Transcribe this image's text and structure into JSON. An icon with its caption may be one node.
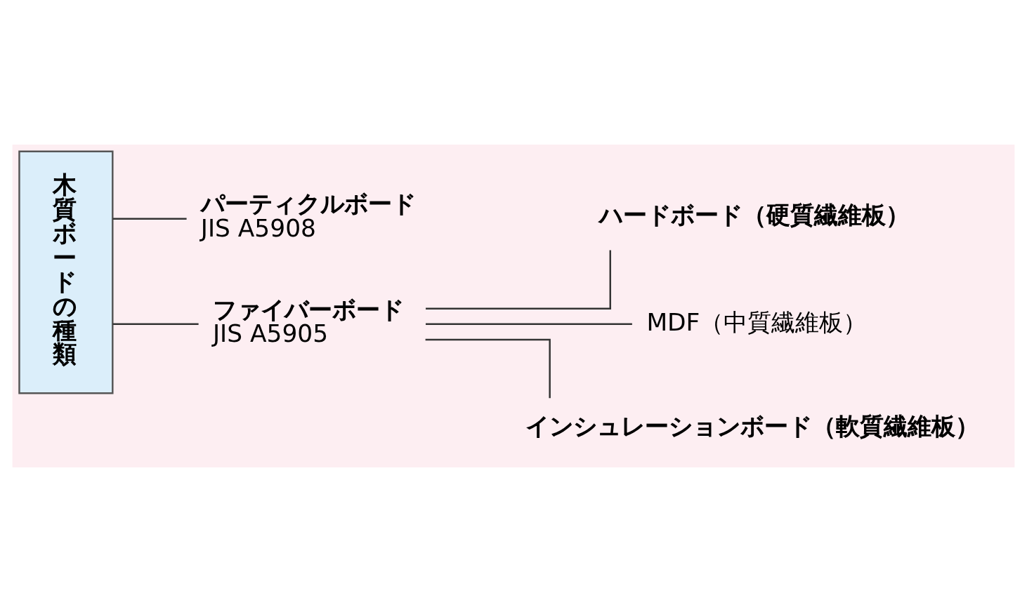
{
  "diagram": {
    "nodes": [
      {
        "text": [
          "木質ボードの種類"
        ]
      },
      {
        "text": [
          "パーティクルボード",
          "JIS A5908"
        ]
      },
      {
        "text": [
          "ファイバーボード",
          "JIS A5905"
        ]
      },
      {
        "text": [
          "ハードボード（硬質繊維板）"
        ]
      },
      {
        "text": [
          "MDF（中質繊維板）"
        ]
      },
      {
        "text": [
          "インシュレーションボード（軟質繊維板）"
        ]
      }
    ],
    "edges": [
      {
        "from": 0,
        "to": 1,
        "arrow": "none"
      },
      {
        "from": 0,
        "to": 2,
        "arrow": "none"
      },
      {
        "from": 2,
        "to": 3,
        "arrow": "none"
      },
      {
        "from": 2,
        "to": 4,
        "arrow": "none"
      },
      {
        "from": 2,
        "to": 5,
        "arrow": "none"
      }
    ]
  }
}
